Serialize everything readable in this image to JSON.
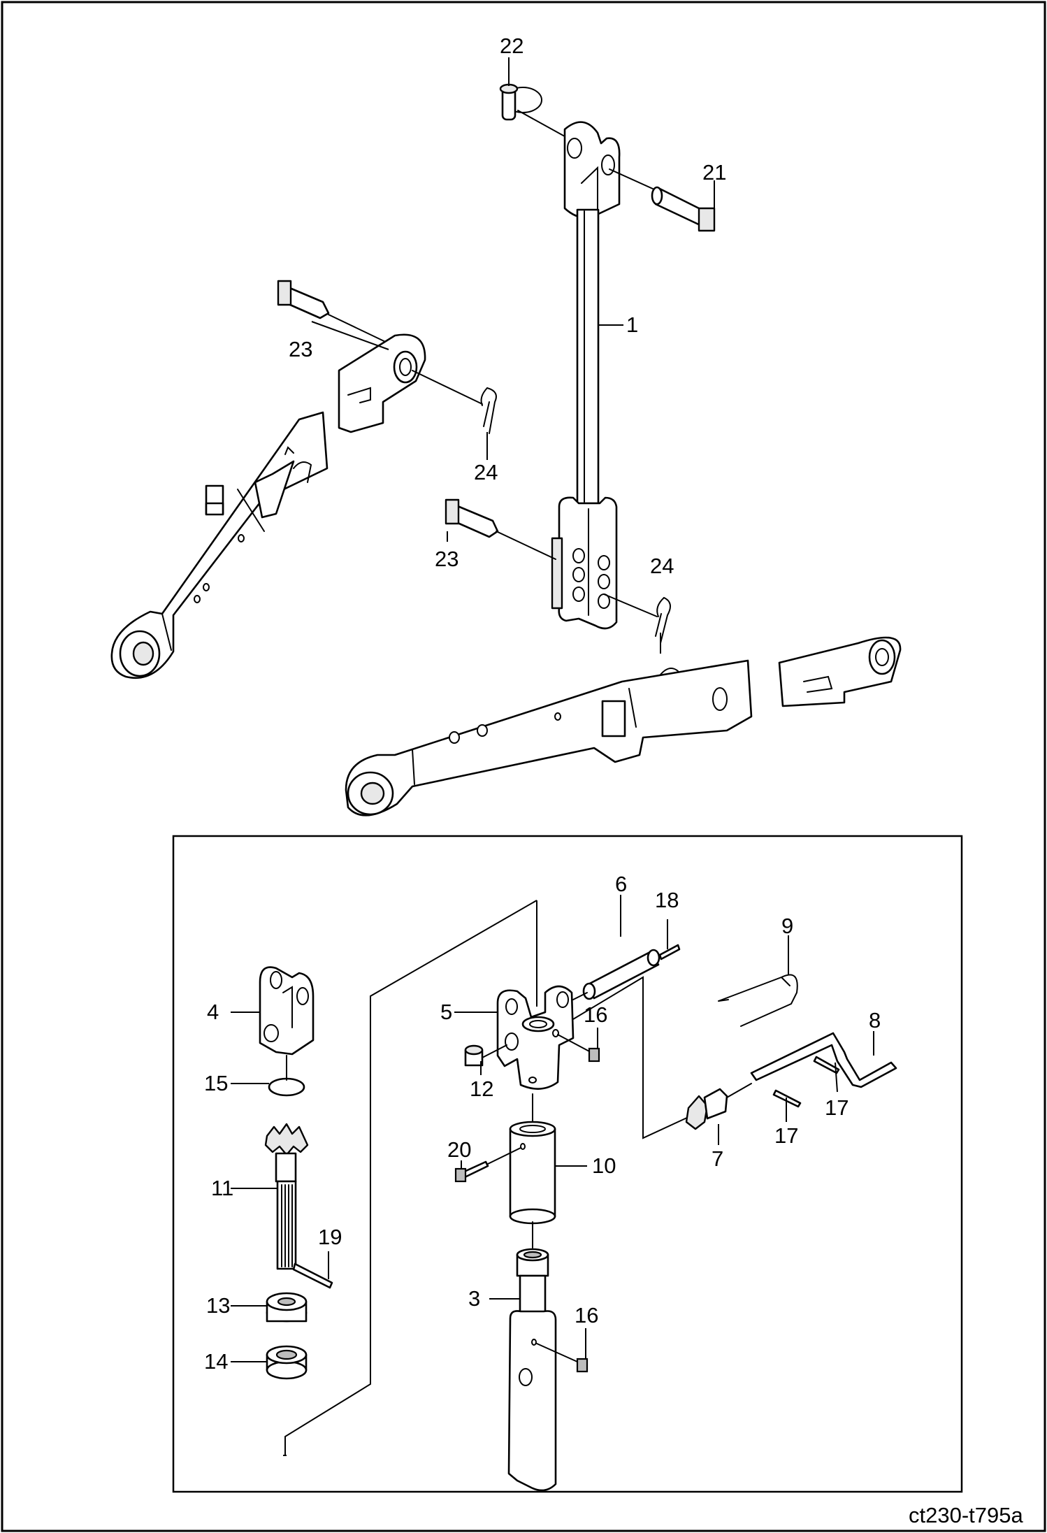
{
  "drawing_code": "ct230-t795a",
  "callouts": {
    "c1": "1",
    "c3": "3",
    "c4": "4",
    "c5": "5",
    "c6": "6",
    "c7": "7",
    "c8": "8",
    "c9": "9",
    "c10": "10",
    "c11": "11",
    "c12": "12",
    "c13": "13",
    "c14": "14",
    "c15": "15",
    "c16a": "16",
    "c16b": "16",
    "c17a": "17",
    "c17b": "17",
    "c18": "18",
    "c19": "19",
    "c20": "20",
    "c21": "21",
    "c22": "22",
    "c23a": "23",
    "c23b": "23",
    "c24a": "24",
    "c24b": "24"
  }
}
